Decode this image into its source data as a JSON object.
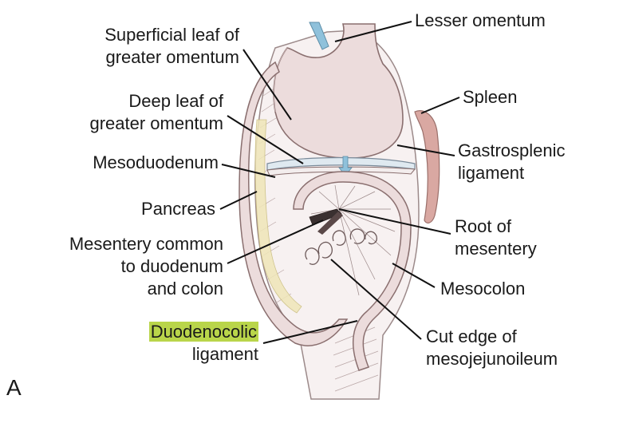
{
  "panel_letter": "A",
  "labels": {
    "lesser_omentum": "Lesser omentum",
    "superficial_leaf_1": "Superficial leaf of",
    "superficial_leaf_2": "greater omentum",
    "deep_leaf_1": "Deep leaf of",
    "deep_leaf_2": "greater omentum",
    "spleen": "Spleen",
    "gastrosplenic_1": "Gastrosplenic",
    "gastrosplenic_2": "ligament",
    "mesoduodenum": "Mesoduodenum",
    "pancreas": "Pancreas",
    "root_mesentery_1": "Root of",
    "root_mesentery_2": "mesentery",
    "mesentery_common_1": "Mesentery common",
    "mesentery_common_2": "to duodenum",
    "mesentery_common_3": "and colon",
    "mesocolon": "Mesocolon",
    "duodenocolic_1": "Duodenocolic",
    "duodenocolic_2": "ligament",
    "cut_edge_1": "Cut edge of",
    "cut_edge_2": "mesojejunoileum"
  },
  "colors": {
    "organ_fill": "#ecdcdc",
    "organ_stroke": "#8a6f6f",
    "spleen_fill": "#d9a8a2",
    "pancreas_fill": "#efe6b8",
    "vessel_blue": "#8fc1db",
    "leader": "#111111",
    "highlight": "#b9d54a"
  }
}
